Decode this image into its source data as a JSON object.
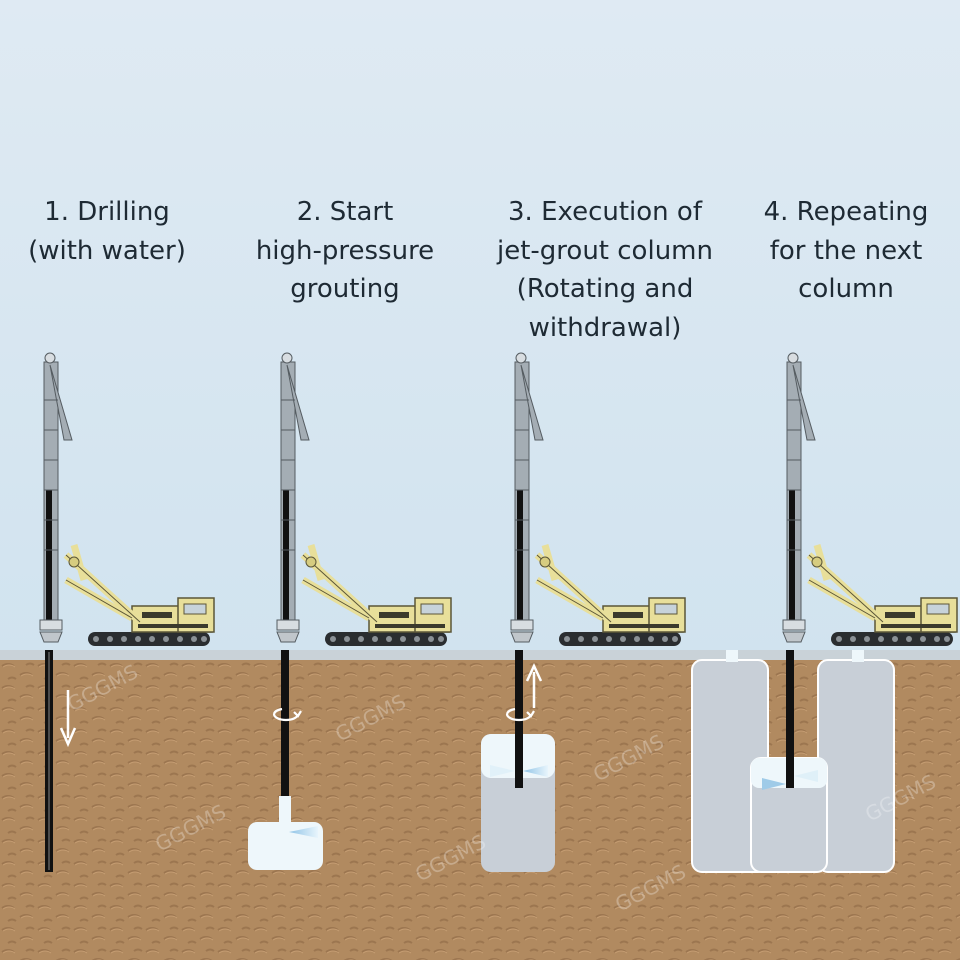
{
  "steps": [
    {
      "lines": [
        "1. Drilling",
        "(with water)"
      ]
    },
    {
      "lines": [
        "2. Start",
        "high-pressure",
        "grouting"
      ]
    },
    {
      "lines": [
        "3. Execution of",
        "jet-grout column",
        "(Rotating and",
        "withdrawal)"
      ]
    },
    {
      "lines": [
        "4. Repeating",
        "for the next",
        "column"
      ]
    }
  ],
  "watermark": "GGGMS",
  "colors": {
    "sky_top": "#dce9f2",
    "sky_bottom": "#d3e4ef",
    "soil": "#b18a60",
    "soil_texture": "#a07a52",
    "ground_line": "#c9d2d8",
    "grout_fresh": "#eef7fb",
    "grout_set": "#c8cfd7",
    "machine_yellow": "#e8df9a",
    "machine_steel": "#9aa3ab",
    "rod": "#111111"
  },
  "icons": [
    "drill-rig-icon",
    "down-arrow-icon",
    "up-arrow-icon",
    "rotation-icon",
    "grout-jet-icon"
  ]
}
